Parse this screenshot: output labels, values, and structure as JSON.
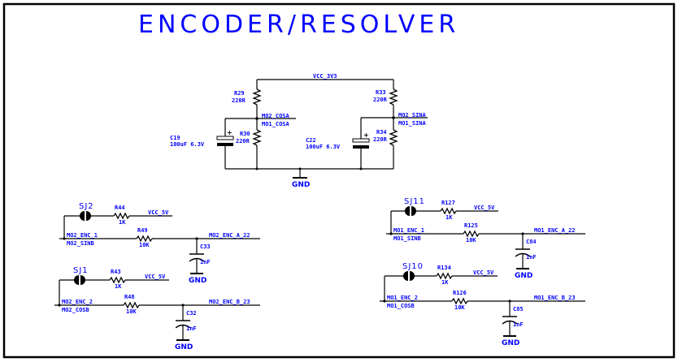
{
  "title": "ENCODER/RESOLVER",
  "colors": {
    "text": "#0000ff",
    "wire": "#000000",
    "background": "#ffffff"
  },
  "top_circuit": {
    "supply_net": "VCC_3V3",
    "ground": "GND",
    "left": {
      "r_top": {
        "ref": "R29",
        "value": "220R"
      },
      "r_bottom": {
        "ref": "R30",
        "value": "220R"
      },
      "cap": {
        "ref": "C19",
        "value": "100uF 6.3V"
      },
      "net_a": "MO2_COSA",
      "net_b": "MO1_COSA"
    },
    "right": {
      "r_top": {
        "ref": "R33",
        "value": "220R"
      },
      "r_bottom": {
        "ref": "R34",
        "value": "220R"
      },
      "cap": {
        "ref": "C22",
        "value": "100uF 6.3V"
      },
      "net_a": "MO2_SINA",
      "net_b": "MO1_SINA"
    }
  },
  "blocks": [
    {
      "jumper": "SJ2",
      "pullup": {
        "ref": "R44",
        "value": "1K"
      },
      "pullup_net": "VCC_5V",
      "net_in_a": "MO2_ENC_1",
      "net_in_b": "MO2_SINB",
      "series": {
        "ref": "R49",
        "value": "10K"
      },
      "cap": {
        "ref": "C33",
        "value": "1nF"
      },
      "net_out": "MO2_ENC_A_22",
      "ground": "GND"
    },
    {
      "jumper": "SJ1",
      "pullup": {
        "ref": "R43",
        "value": "1K"
      },
      "pullup_net": "VCC_5V",
      "net_in_a": "MO2_ENC_2",
      "net_in_b": "MO2_COSB",
      "series": {
        "ref": "R48",
        "value": "10K"
      },
      "cap": {
        "ref": "C32",
        "value": "1nF"
      },
      "net_out": "MO2_ENC_B_23",
      "ground": "GND"
    },
    {
      "jumper": "SJ11",
      "pullup": {
        "ref": "R127",
        "value": "1K"
      },
      "pullup_net": "VCC_5V",
      "net_in_a": "MO1_ENC_1",
      "net_in_b": "MO1_SINB",
      "series": {
        "ref": "R125",
        "value": "10K"
      },
      "cap": {
        "ref": "C84",
        "value": "1nF"
      },
      "net_out": "MO1_ENC_A_22",
      "ground": "GND"
    },
    {
      "jumper": "SJ10",
      "pullup": {
        "ref": "R134",
        "value": "1K"
      },
      "pullup_net": "VCC_5V",
      "net_in_a": "MO1_ENC_2",
      "net_in_b": "MO1_COSB",
      "series": {
        "ref": "R126",
        "value": "10K"
      },
      "cap": {
        "ref": "C85",
        "value": "1nF"
      },
      "net_out": "MO1_ENC_B_23",
      "ground": "GND"
    }
  ]
}
